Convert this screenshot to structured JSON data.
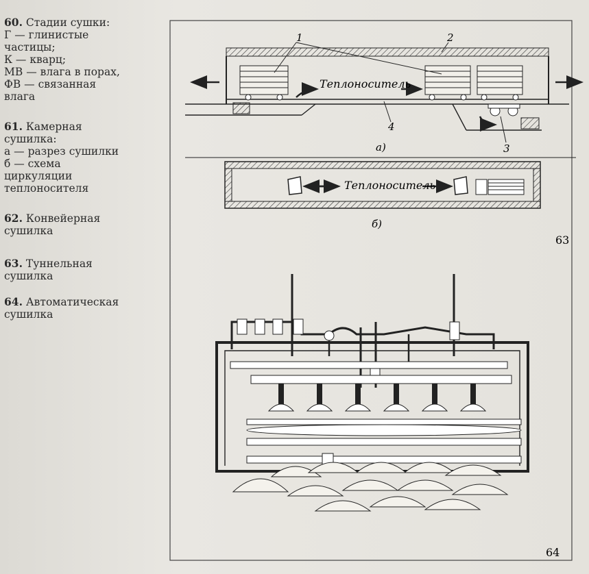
{
  "captions": [
    {
      "num": "60.",
      "lines": [
        "Стадии сушки:",
        "Г — глинистые",
        "частицы;",
        "К — кварц;",
        "МВ — влага в порах,",
        "ФВ — связанная",
        "влага"
      ]
    },
    {
      "num": "61.",
      "lines": [
        "Камерная",
        "сушилка:",
        "а — разрез сушилки",
        "б — схема",
        "циркуляции",
        "теплоносителя"
      ]
    },
    {
      "num": "62.",
      "lines": [
        "Конвейерная",
        "сушилка"
      ]
    },
    {
      "num": "63.",
      "lines": [
        "Туннельная",
        "сушилка"
      ]
    },
    {
      "num": "64.",
      "lines": [
        "Автоматическая",
        "сушилка"
      ]
    }
  ],
  "figure63": {
    "heat_label_a": "Теплоноситель",
    "heat_label_b": "Теплоноситель",
    "sub_a": "а)",
    "sub_b": "б)",
    "callouts": [
      "1",
      "2",
      "3",
      "4"
    ],
    "page_num": "63"
  },
  "figure64": {
    "page_num": "64"
  }
}
